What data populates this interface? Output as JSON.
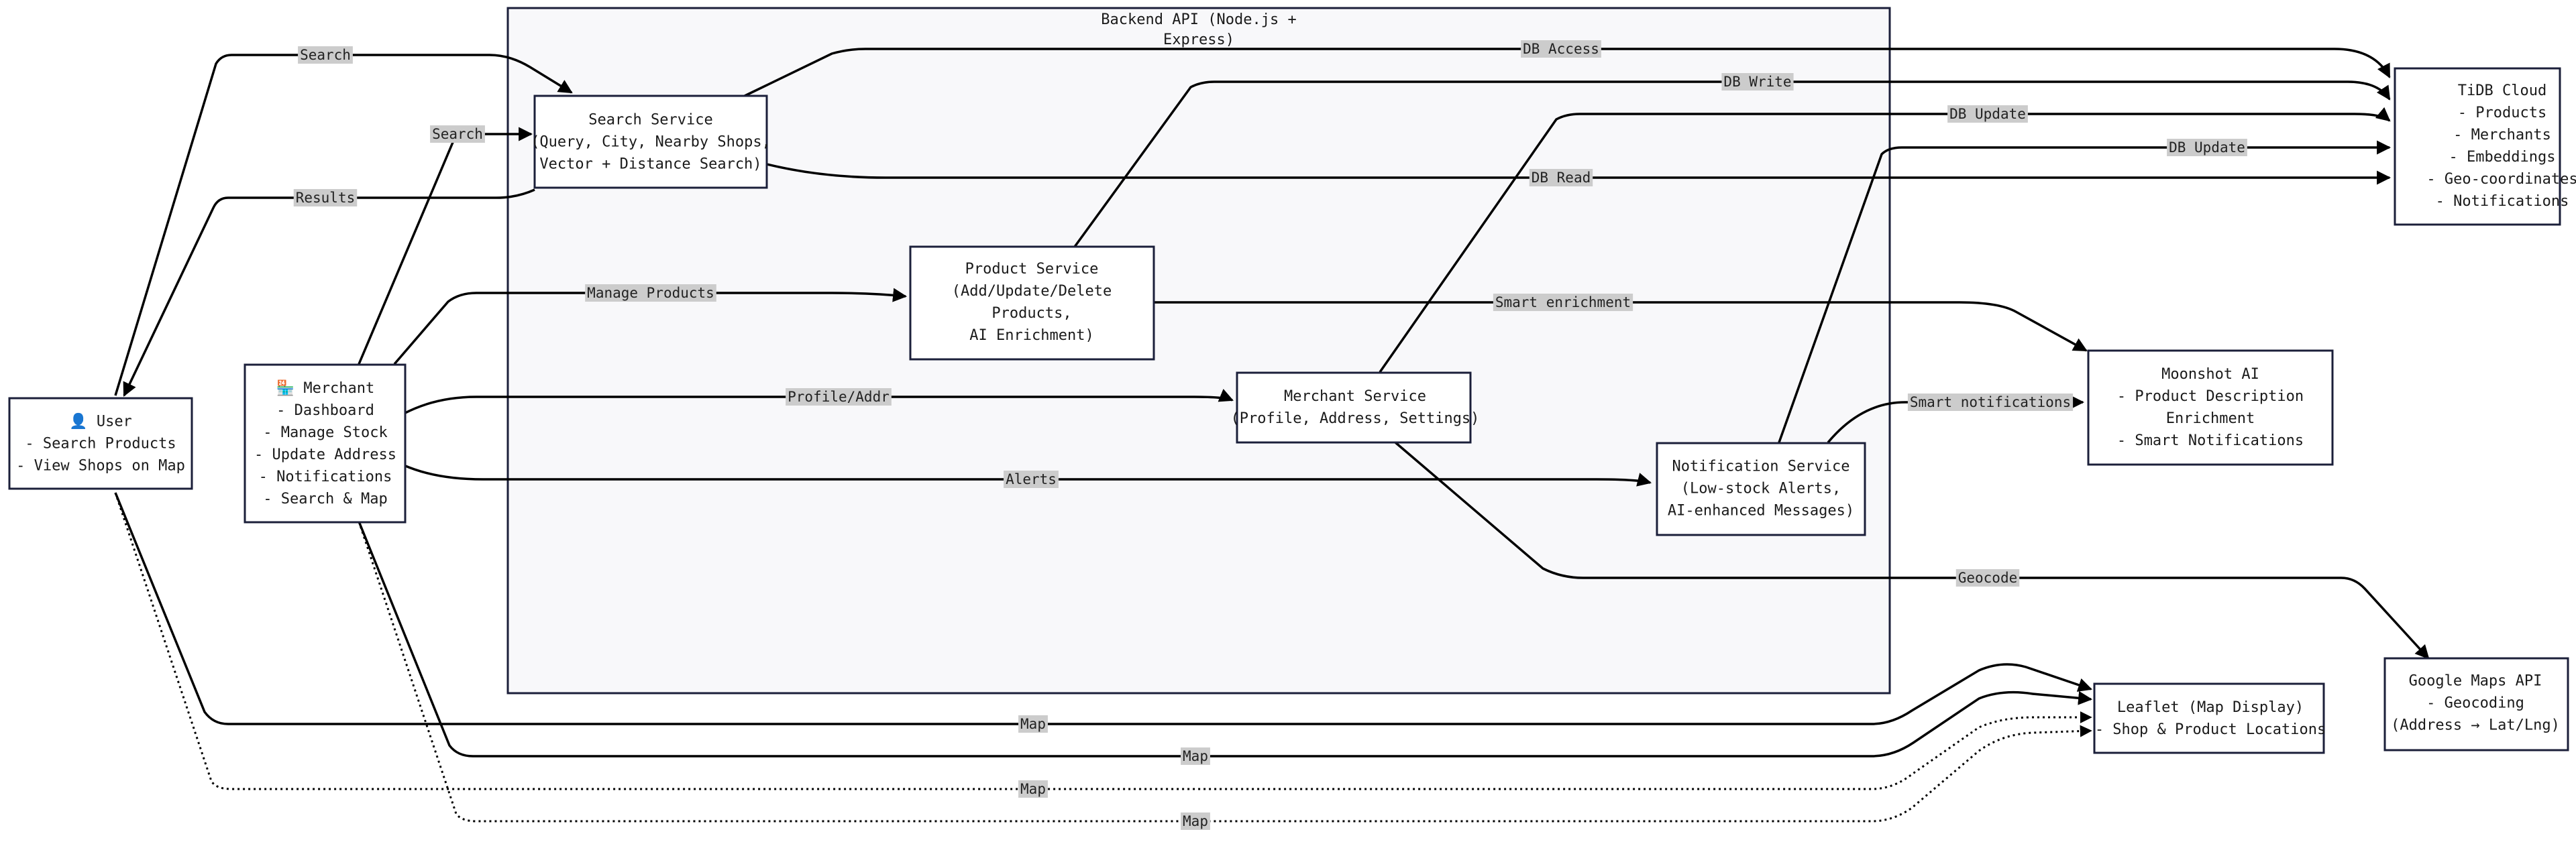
{
  "cluster": {
    "title_lines": [
      "Backend API (Node.js +",
      "Express)"
    ]
  },
  "nodes": {
    "user": [
      "👤 User",
      "- Search Products",
      "- View Shops on Map"
    ],
    "merchant": [
      "🏪 Merchant",
      "- Dashboard",
      "- Manage Stock",
      "- Update Address",
      "- Notifications",
      "- Search & Map"
    ],
    "search_service": [
      "Search Service",
      "(Query, City, Nearby Shops,",
      "Vector + Distance Search)"
    ],
    "product_service": [
      "Product Service",
      "(Add/Update/Delete",
      "Products,",
      "AI Enrichment)"
    ],
    "merchant_service": [
      "Merchant Service",
      "(Profile, Address, Settings)"
    ],
    "notification_service": [
      "Notification Service",
      "(Low-stock Alerts,",
      "AI-enhanced Messages)"
    ],
    "tidb": [
      "TiDB Cloud",
      "- Products",
      "- Merchants",
      "- Embeddings",
      "- Geo-coordinates",
      "- Notifications"
    ],
    "moonshot": [
      "Moonshot AI",
      "- Product Description",
      "Enrichment",
      "- Smart Notifications"
    ],
    "leaflet": [
      "Leaflet (Map Display)",
      "- Shop & Product Locations"
    ],
    "google_maps": [
      "Google Maps API",
      "- Geocoding",
      "(Address → Lat/Lng)"
    ]
  },
  "edge_labels": {
    "user_search": "Search",
    "search_results": "Results",
    "merchant_search": "Search",
    "search_db_access": "DB Access",
    "search_db_read": "DB Read",
    "product_db_write": "DB Write",
    "merchant_db_update": "DB Update",
    "notification_db_update": "DB Update",
    "manage_products": "Manage Products",
    "profile_addr": "Profile/Addr",
    "alerts": "Alerts",
    "smart_enrichment": "Smart enrichment",
    "smart_notifications": "Smart notifications",
    "geocode": "Geocode",
    "user_map": "Map",
    "merchant_map": "Map",
    "user_map_dotted": "Map",
    "merchant_map_dotted": "Map"
  }
}
